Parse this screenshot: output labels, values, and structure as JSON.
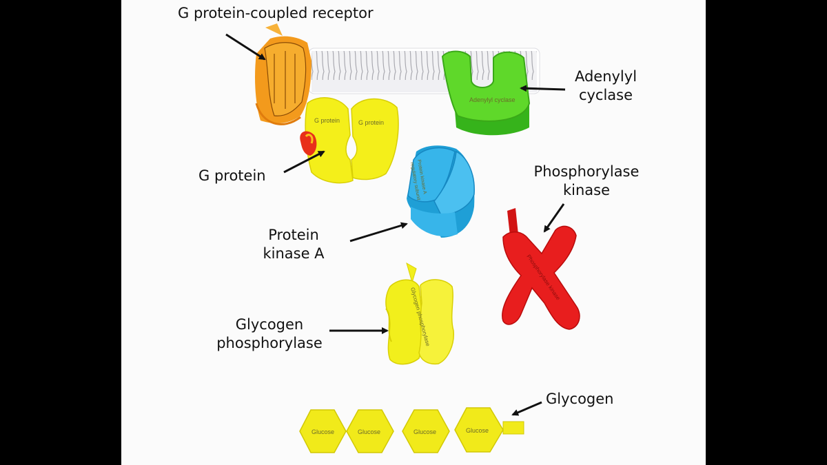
{
  "labels": {
    "gpcr": "G protein-coupled receptor",
    "adenylyl_line1": "Adenylyl",
    "adenylyl_line2": "cyclase",
    "g_protein": "G protein",
    "phos_kinase_line1": "Phosphorylase",
    "phos_kinase_line2": "kinase",
    "pka_line1": "Protein",
    "pka_line2": "kinase A",
    "glycogen_phos_line1": "Glycogen",
    "glycogen_phos_line2": "phosphorylase",
    "glycogen": "Glycogen"
  },
  "model_text": {
    "adenylyl_cyclase": "Adenylyl cyclase",
    "g_protein_left": "G protein",
    "g_protein_right": "G protein",
    "glycogen_phosphorylase": "Glycogen phosphorylase",
    "phosphorylase_kinase": "Phosphorylase kinase",
    "pka_a": "Protein kinase A",
    "pka_b": "regulatory subunit",
    "glucose": [
      "Glucose",
      "Glucose",
      "Glucose",
      "Glucose"
    ]
  },
  "colors": {
    "gpcr": "#f39a1c",
    "membrane": "#e9e9ee",
    "adenylyl_cyclase": "#5fd82a",
    "g_protein": "#f4ef1a",
    "pka": "#37b5ea",
    "phosphorylase_kinase": "#e81e1e",
    "glycogen_phosphorylase": "#f2ef1c",
    "glucose": "#f1ea1a",
    "arrow": "#111111"
  }
}
